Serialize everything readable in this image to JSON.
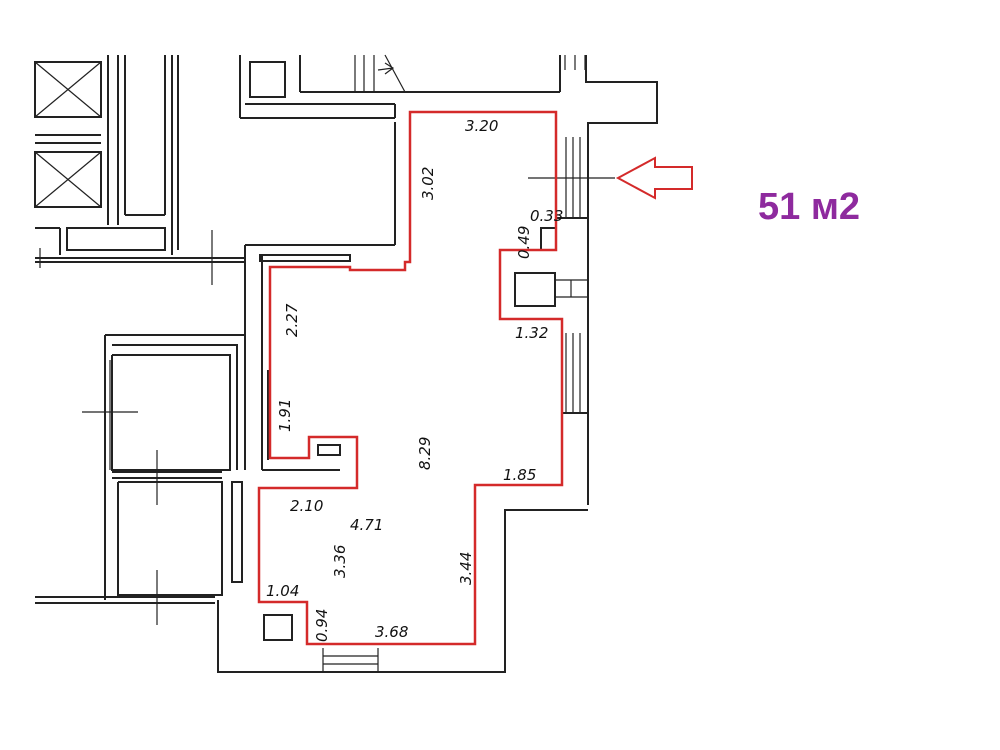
{
  "plan": {
    "area_label": "51 м2",
    "dimensions": {
      "top": "3.20",
      "left_upper": "3.02",
      "notch_w": "0.33",
      "notch_h": "0.49",
      "right_mid": "1.32",
      "left_mid": "2.27",
      "left_lower": "1.91",
      "center": "8.29",
      "right_step": "1.85",
      "step_w": "2.10",
      "inner": "4.71",
      "left_bottom": "3.36",
      "right_bottom": "3.44",
      "corner_w": "1.04",
      "corner_h": "0.94",
      "bottom": "3.68"
    },
    "colors": {
      "outline": "#d42a2a",
      "area_text": "#8e2a9e",
      "entrance_arrow": "#d42a2a"
    },
    "icons": [
      "entrance-arrow-icon"
    ]
  }
}
